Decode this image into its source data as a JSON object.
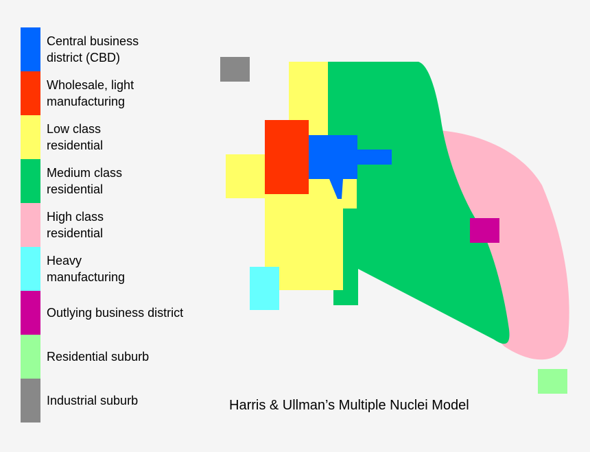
{
  "colors": {
    "cbd": "#0066ff",
    "wholesale": "#ff3300",
    "low_class": "#ffff66",
    "medium_class": "#00cc66",
    "high_class": "#ffb6c8",
    "heavy_manufacturing": "#66ffff",
    "outlying_business": "#cc0099",
    "residential_suburb": "#99ff99",
    "industrial_suburb": "#888888"
  },
  "legend": [
    {
      "key": "cbd",
      "line1": "Central business",
      "line2": "district (CBD)",
      "color": "#0066ff",
      "icon": "blue-square"
    },
    {
      "key": "wholesale",
      "line1": "Wholesale, light",
      "line2": "manufacturing",
      "color": "#ff3300",
      "icon": "red-square"
    },
    {
      "key": "low_class",
      "line1": "Low class",
      "line2": "residential",
      "color": "#ffff66",
      "icon": "yellow-square"
    },
    {
      "key": "medium_class",
      "line1": "Medium class",
      "line2": "residential",
      "color": "#00cc66",
      "icon": "green-square"
    },
    {
      "key": "high_class",
      "line1": "High class",
      "line2": "residential",
      "color": "#ffb6c8",
      "icon": "pink-square"
    },
    {
      "key": "heavy_manufacturing",
      "line1": "Heavy",
      "line2": "manufacturing",
      "color": "#66ffff",
      "icon": "cyan-square"
    },
    {
      "key": "outlying_business",
      "line1": "Outlying business district",
      "line2": "",
      "color": "#cc0099",
      "icon": "magenta-square"
    },
    {
      "key": "residential_suburb",
      "line1": "Residential suburb",
      "line2": "",
      "color": "#99ff99",
      "icon": "light-green-square"
    },
    {
      "key": "industrial_suburb",
      "line1": "Industrial suburb",
      "line2": "",
      "color": "#888888",
      "icon": "gray-square"
    }
  ],
  "title": "Harris & Ullman’s Multiple Nuclei Model"
}
